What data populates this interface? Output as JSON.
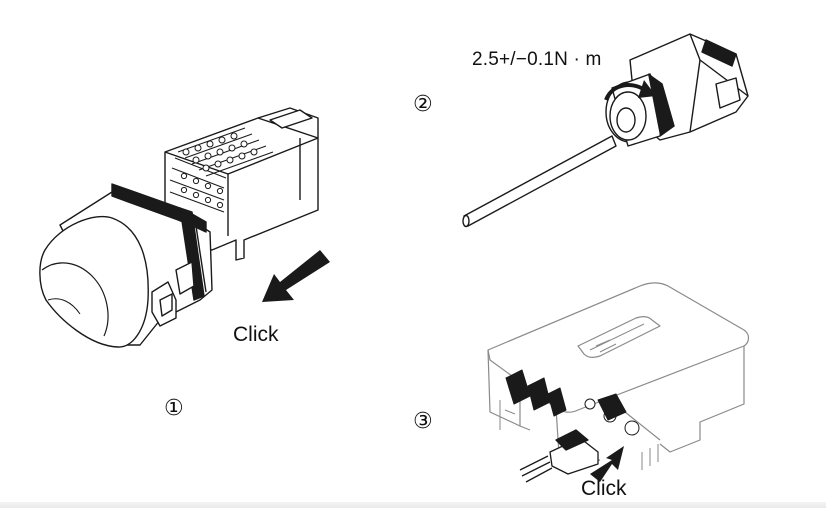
{
  "steps": [
    {
      "marker": "①",
      "action_label": "Click",
      "icon": "arrow-insert-icon"
    },
    {
      "marker": "②",
      "torque_label": "2.5+/−0.1N · m",
      "icon": "rotate-tighten-icon"
    },
    {
      "marker": "③",
      "action_label": "Click",
      "icon": "arrow-insert-icon"
    }
  ],
  "colors": {
    "line": "#1a1a1a",
    "fill_dark": "#1a1a1a",
    "fill_light": "#ffffff",
    "inverter_line": "#8a8a8a"
  }
}
